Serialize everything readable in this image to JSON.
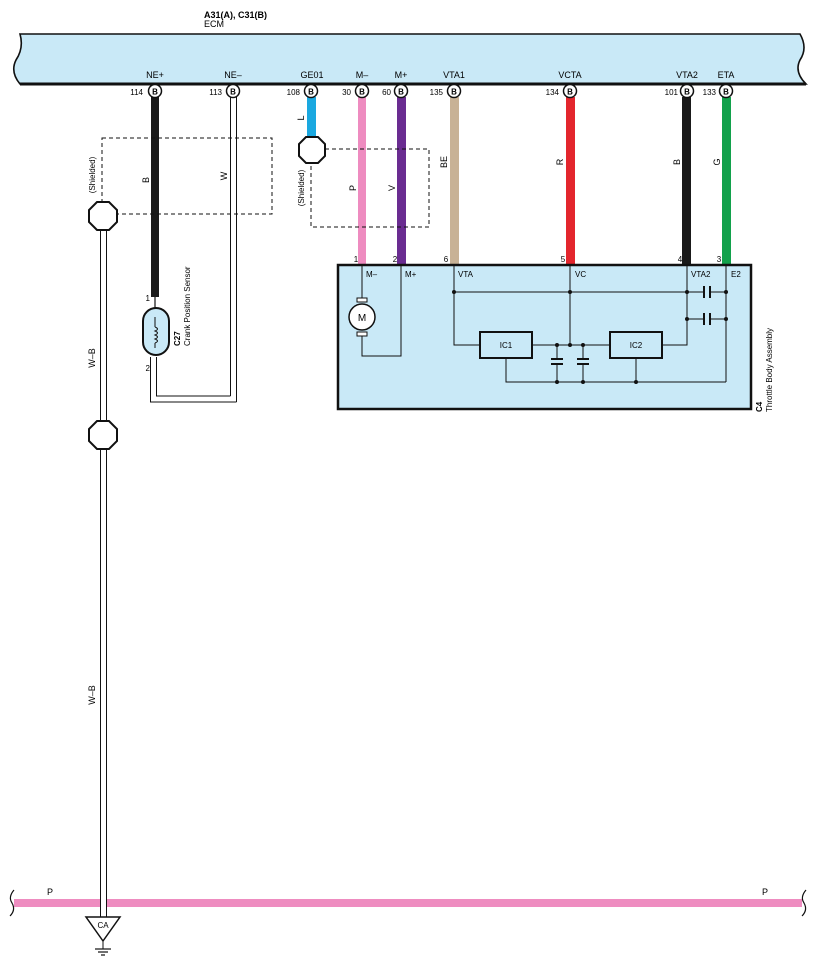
{
  "header": {
    "connector_ids": "A31(A), C31(B)",
    "component": "ECM"
  },
  "ecm_pins": [
    {
      "name": "NE+",
      "number": "114",
      "connector": "B"
    },
    {
      "name": "NE–",
      "number": "113",
      "connector": "B"
    },
    {
      "name": "GE01",
      "number": "108",
      "connector": "B"
    },
    {
      "name": "M–",
      "number": "30",
      "connector": "B"
    },
    {
      "name": "M+",
      "number": "60",
      "connector": "B"
    },
    {
      "name": "VTA1",
      "number": "135",
      "connector": "B"
    },
    {
      "name": "VCTA",
      "number": "134",
      "connector": "B"
    },
    {
      "name": "VTA2",
      "number": "101",
      "connector": "B"
    },
    {
      "name": "ETA",
      "number": "133",
      "connector": "B"
    }
  ],
  "wires": [
    {
      "color_code": "B",
      "hex": "#1a1a1a"
    },
    {
      "color_code": "W",
      "hex": "#ffffff"
    },
    {
      "color_code": "L",
      "hex": "#1aa8e0"
    },
    {
      "color_code": "P",
      "hex": "#ee8cc0"
    },
    {
      "color_code": "V",
      "hex": "#6a2c91"
    },
    {
      "color_code": "BE",
      "hex": "#c8b296"
    },
    {
      "color_code": "R",
      "hex": "#e3262d"
    },
    {
      "color_code": "B",
      "hex": "#1a1a1a"
    },
    {
      "color_code": "G",
      "hex": "#12a14b"
    }
  ],
  "shield": {
    "label_left": "(Shielded)",
    "label_mid": "(Shielded)",
    "wire_code": "W–B"
  },
  "crank_sensor": {
    "id": "C27",
    "name": "Crank Position Sensor",
    "pin1": "1",
    "pin2": "2"
  },
  "throttle_body": {
    "id": "C4",
    "name": "Throttle Body Assembly",
    "pins": [
      {
        "number": "1",
        "label": "M–"
      },
      {
        "number": "2",
        "label": "M+"
      },
      {
        "number": "6",
        "label": "VTA"
      },
      {
        "number": "5",
        "label": "VC"
      },
      {
        "number": "4",
        "label": "VTA2"
      },
      {
        "number": "3",
        "label": "E2"
      }
    ],
    "motor_label": "M",
    "ic1": "IC1",
    "ic2": "IC2"
  },
  "bottom_bus": {
    "wire_code": "P",
    "ground_label": "CA"
  },
  "colors": {
    "panel_fill": "#c9e9f7",
    "bus_pink": "#ee8cc0"
  }
}
